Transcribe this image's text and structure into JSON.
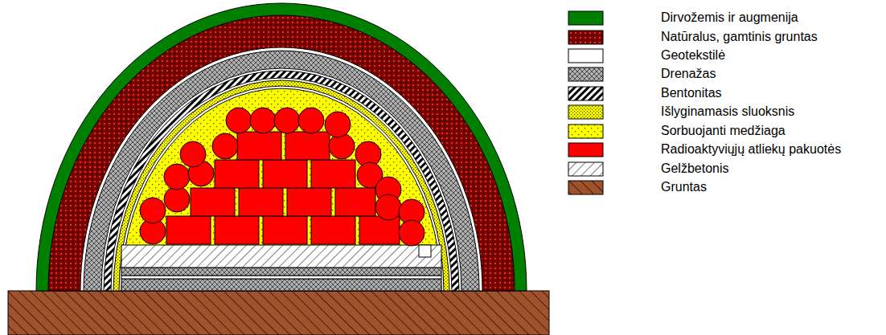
{
  "diagram": {
    "legend": [
      {
        "text": "Dirvožemis ir augmenija",
        "color": "#008000"
      },
      {
        "text": "Natūralus, gamtinis gruntas"
      },
      {
        "text": "Geotekstilė",
        "color": "#ffffff"
      },
      {
        "text": "Drenažas"
      },
      {
        "text": "Bentonitas"
      },
      {
        "text": "Išlyginamasis sluoksnis"
      },
      {
        "text": "Sorbuojanti medžiaga"
      },
      {
        "text": "Radioaktyviųjų atliekų pakuotės",
        "color": "#ff0000"
      },
      {
        "text": "Gelžbetonis"
      },
      {
        "text": "Gruntas"
      }
    ]
  }
}
